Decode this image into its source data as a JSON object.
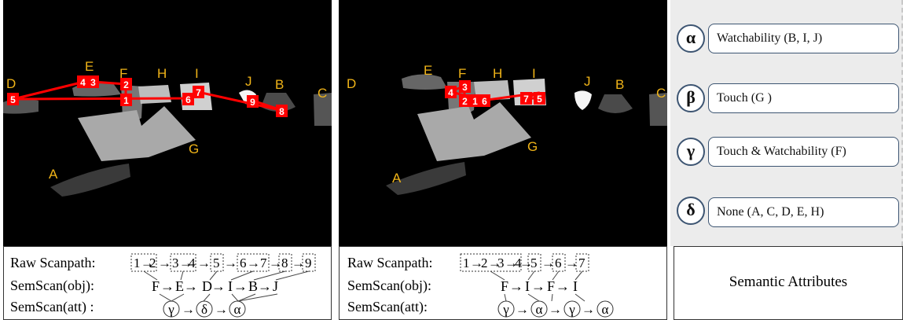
{
  "left_panel": {
    "object_labels": [
      "D",
      "E",
      "F",
      "H",
      "I",
      "J",
      "B",
      "C",
      "G",
      "A"
    ],
    "fixation_labels": [
      "1",
      "2",
      "3",
      "4",
      "5",
      "6",
      "7",
      "8",
      "9"
    ]
  },
  "middle_panel": {
    "object_labels": [
      "D",
      "E",
      "F",
      "H",
      "I",
      "J",
      "B",
      "C",
      "G",
      "A"
    ],
    "fixation_labels": [
      "1",
      "2",
      "3",
      "4",
      "5",
      "6",
      "7"
    ]
  },
  "left_caption": {
    "raw_label": "Raw Scanpath:",
    "raw_items": [
      "1",
      "2",
      "3",
      "4",
      "5",
      "6",
      "7",
      "8",
      "9"
    ],
    "obj_label": "SemScan(obj):",
    "obj_items": [
      "F",
      "E",
      "D",
      "I",
      "B",
      "J"
    ],
    "att_label": "SemScan(att) :",
    "att_items": [
      "γ",
      "δ",
      "α"
    ]
  },
  "middle_caption": {
    "raw_label": "Raw Scanpath:",
    "raw_items": [
      "1",
      "2",
      "3",
      "4",
      "5",
      "6",
      "7"
    ],
    "obj_label": "SemScan(obj):",
    "obj_items": [
      "F",
      "I",
      "F",
      "I"
    ],
    "att_label": "SemScan(att):",
    "att_items": [
      "γ",
      "α",
      "γ",
      "α"
    ]
  },
  "attributes": [
    {
      "symbol": "α",
      "text": "Watchability (B, I, J)"
    },
    {
      "symbol": "β",
      "text": "Touch (G )"
    },
    {
      "symbol": "γ",
      "text": "Touch & Watchability (F)"
    },
    {
      "symbol": "δ",
      "text": "None (A, C, D, E, H)"
    }
  ],
  "attributes_caption": "Semantic Attributes",
  "colors": {
    "fixation": "#ff0000",
    "object_label": "#f0b418",
    "border": "#3d5572"
  }
}
